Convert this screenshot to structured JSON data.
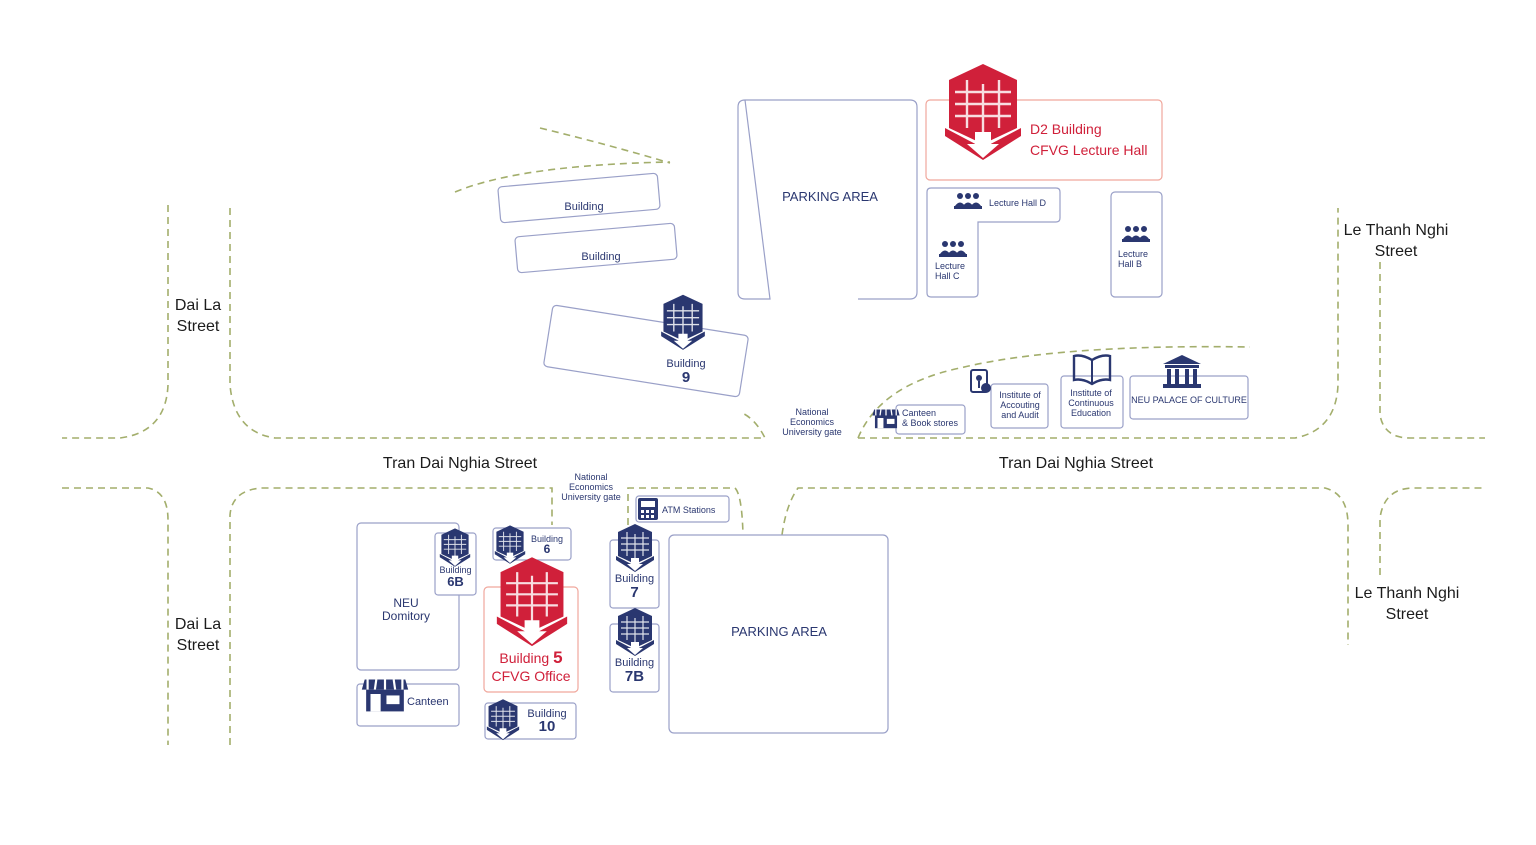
{
  "colors": {
    "navy": "#2a3770",
    "red": "#d0203a",
    "road": "#a3ae6c",
    "outline": "#9aa0c8"
  },
  "streets": {
    "dai_la": "Dai La\nStreet",
    "tran_dai_nghia": "Tran Dai Nghia Street",
    "le_thanh_nghi": "Le Thanh Nghi\nStreet"
  },
  "north": {
    "parking": "PARKING AREA",
    "d2_building": "D2 Building",
    "d2_sub": "CFVG Lecture Hall",
    "lecture_hall_d": "Lecture Hall D",
    "lecture_hall_c": "Lecture\nHall C",
    "lecture_hall_b": "Lecture\nHall B",
    "building_a": "Building",
    "building_b": "Building",
    "building_9_label": "Building",
    "building_9_num": "9",
    "gate": "National\nEconomics\nUniversity gate",
    "canteen_books": "Canteen\n& Book stores",
    "institute_audit": "Institute of\nAccouting\nand Audit",
    "institute_education": "Institute of\nContinuous\nEducation",
    "palace": "NEU PALACE OF CULTURE"
  },
  "south": {
    "gate": "National\nEconomics\nUniversity gate",
    "atm": "ATM Stations",
    "dormitory": "NEU\nDomitory",
    "building_6b_label": "Building",
    "building_6b_num": "6B",
    "building_6_label": "Building",
    "building_6_num": "6",
    "building_5_label": "Building",
    "building_5_num": "5",
    "building_5_sub": "CFVG Office",
    "building_7_label": "Building",
    "building_7_num": "7",
    "building_7b_label": "Building",
    "building_7b_num": "7B",
    "building_10_label": "Building",
    "building_10_num": "10",
    "canteen": "Canteen",
    "parking": "PARKING AREA"
  },
  "icons": [
    "building-icon",
    "lecture-hall-icon",
    "canteen-icon",
    "audit-icon",
    "book-icon",
    "palace-icon",
    "atm-icon"
  ]
}
